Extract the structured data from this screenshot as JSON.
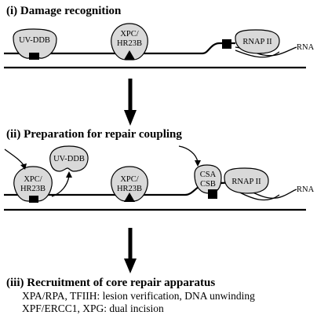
{
  "steps": [
    {
      "title": "(i) Damage recognition"
    },
    {
      "title": "(ii) Preparation for repair coupling"
    },
    {
      "title": "(iii) Recruitment of core repair apparatus"
    }
  ],
  "proteins": {
    "uv_ddb": "UV-DDB",
    "xpc_line1": "XPC/",
    "xpc_line2": "HR23B",
    "rnap": "RNAP II",
    "csa": "CSA",
    "csb": "CSB"
  },
  "rna_label": "RNA",
  "details": [
    "XPA/RPA, TFIIH: lesion verification, DNA unwinding",
    "XPF/ERCC1, XPG: dual incision"
  ],
  "colors": {
    "protein_fill": "#d9d9d9",
    "line": "#000000"
  }
}
